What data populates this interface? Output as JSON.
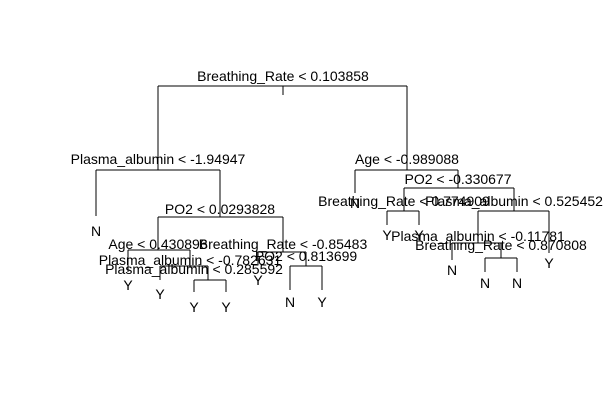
{
  "tree": {
    "splits": [
      "Breathing_Rate < 0.103858",
      "Plasma_albumin < -1.94947",
      "Age < -0.989088",
      "PO2 < 0.0293828",
      "PO2 < -0.330677",
      "Age < 0.430896",
      "Breathing_Rate < -0.85483",
      "Breathing_Rate < 0.774909",
      "Plasma_albumin < 0.525452",
      "Plasma_albumin < -0.782631",
      "PO2 < 0.813699",
      "Plasma_albumin < -0.11781",
      "Plasma_albumin < 0.285592",
      "Breathing_Rate < 0.870808"
    ],
    "leaves": [
      "N",
      "Y",
      "Y",
      "Y",
      "Y",
      "Y",
      "N",
      "Y",
      "N",
      "Y",
      "Y",
      "N",
      "N",
      "N",
      "Y"
    ]
  },
  "colors": {
    "ink": "#000000",
    "background": "#ffffff"
  }
}
